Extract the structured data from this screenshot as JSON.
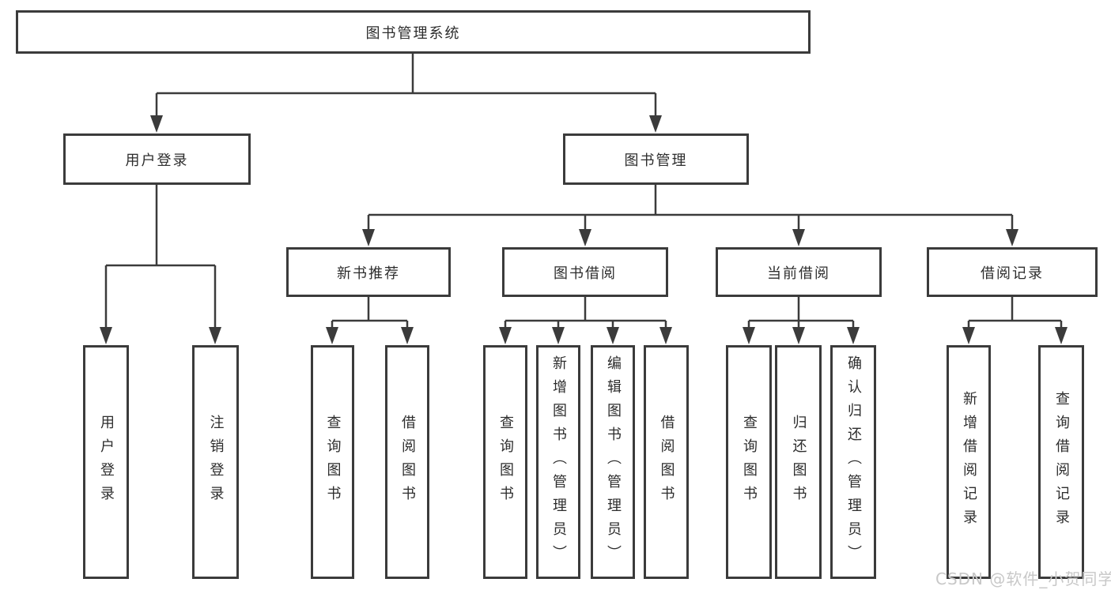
{
  "diagram": {
    "type": "hierarchy-tree",
    "title": "图书管理系统",
    "colors": {
      "line": "#3b3b3b",
      "box_border": "#3b3b3b",
      "text": "#2d2d2d",
      "background": "#ffffff",
      "watermark": "#c8c8c8"
    }
  },
  "nodes": {
    "root": {
      "label": "图书管理系统"
    },
    "level2": [
      {
        "label": "用户登录"
      },
      {
        "label": "图书管理"
      }
    ],
    "level3": [
      {
        "label": "新书推荐"
      },
      {
        "label": "图书借阅"
      },
      {
        "label": "当前借阅"
      },
      {
        "label": "借阅记录"
      }
    ],
    "leaves": {
      "user_login": [
        {
          "label": "用户登录"
        },
        {
          "label": "注销登录"
        }
      ],
      "new_book_rec": [
        {
          "label": "查询图书"
        },
        {
          "label": "借阅图书"
        }
      ],
      "book_borrow": [
        {
          "label": "查询图书"
        },
        {
          "label": "新增图书（管理员）"
        },
        {
          "label": "编辑图书（管理员）"
        },
        {
          "label": "借阅图书"
        }
      ],
      "current_borrow": [
        {
          "label": "查询图书"
        },
        {
          "label": "归还图书"
        },
        {
          "label": "确认归还（管理员）"
        }
      ],
      "borrow_records": [
        {
          "label": "新增借阅记录"
        },
        {
          "label": "查询借阅记录"
        }
      ]
    }
  },
  "watermark": {
    "text": "CSDN @软件_小贺同学"
  }
}
